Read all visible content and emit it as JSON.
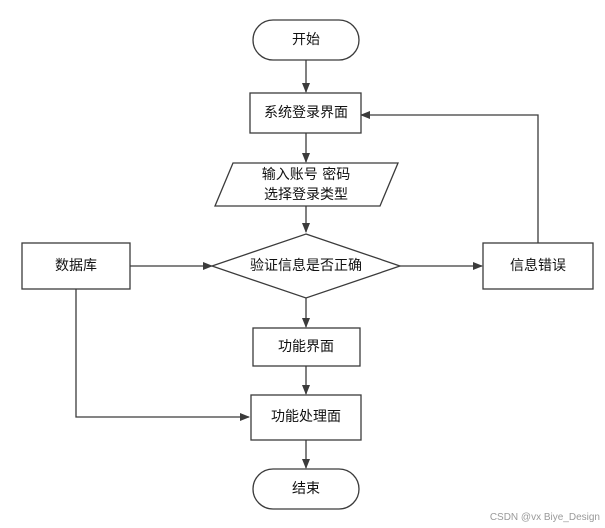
{
  "nodes": {
    "start": "开始",
    "login_ui": "系统登录界面",
    "input_line1": "输入账号 密码",
    "input_line2": "选择登录类型",
    "database": "数据库",
    "verify": "验证信息是否正确",
    "info_error": "信息错误",
    "function_ui": "功能界面",
    "function_process": "功能处理面",
    "end": "结束"
  },
  "watermark": "CSDN @vx Biye_Design",
  "colors": {
    "stroke": "#3b3b3b",
    "fill": "#ffffff",
    "text": "#111111"
  }
}
